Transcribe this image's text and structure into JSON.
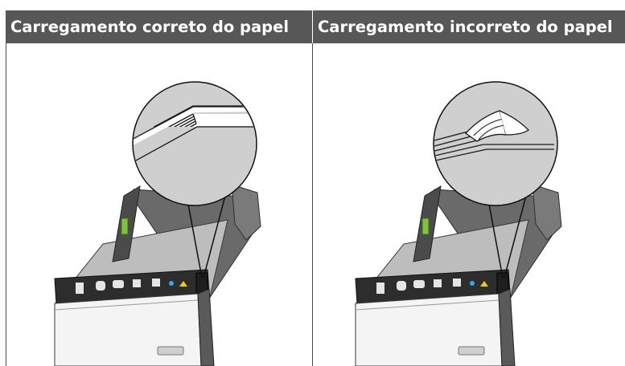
{
  "table": {
    "headers": [
      "Carregamento correto do papel",
      "Carregamento incorreto do papel"
    ]
  },
  "illustrations": {
    "left": {
      "depicts": "paper-tray-with-correctly-stacked-paper"
    },
    "right": {
      "depicts": "paper-tray-with-curled-paper-stack"
    }
  },
  "colors": {
    "header_bg": "#575757",
    "header_text": "#ffffff",
    "border": "#4a4a4a",
    "magnifier_fill": "#cfcfcf",
    "indicator_green": "#7fc241",
    "indicator_blue": "#3ba6e0",
    "indicator_yellow": "#f2c71c"
  }
}
